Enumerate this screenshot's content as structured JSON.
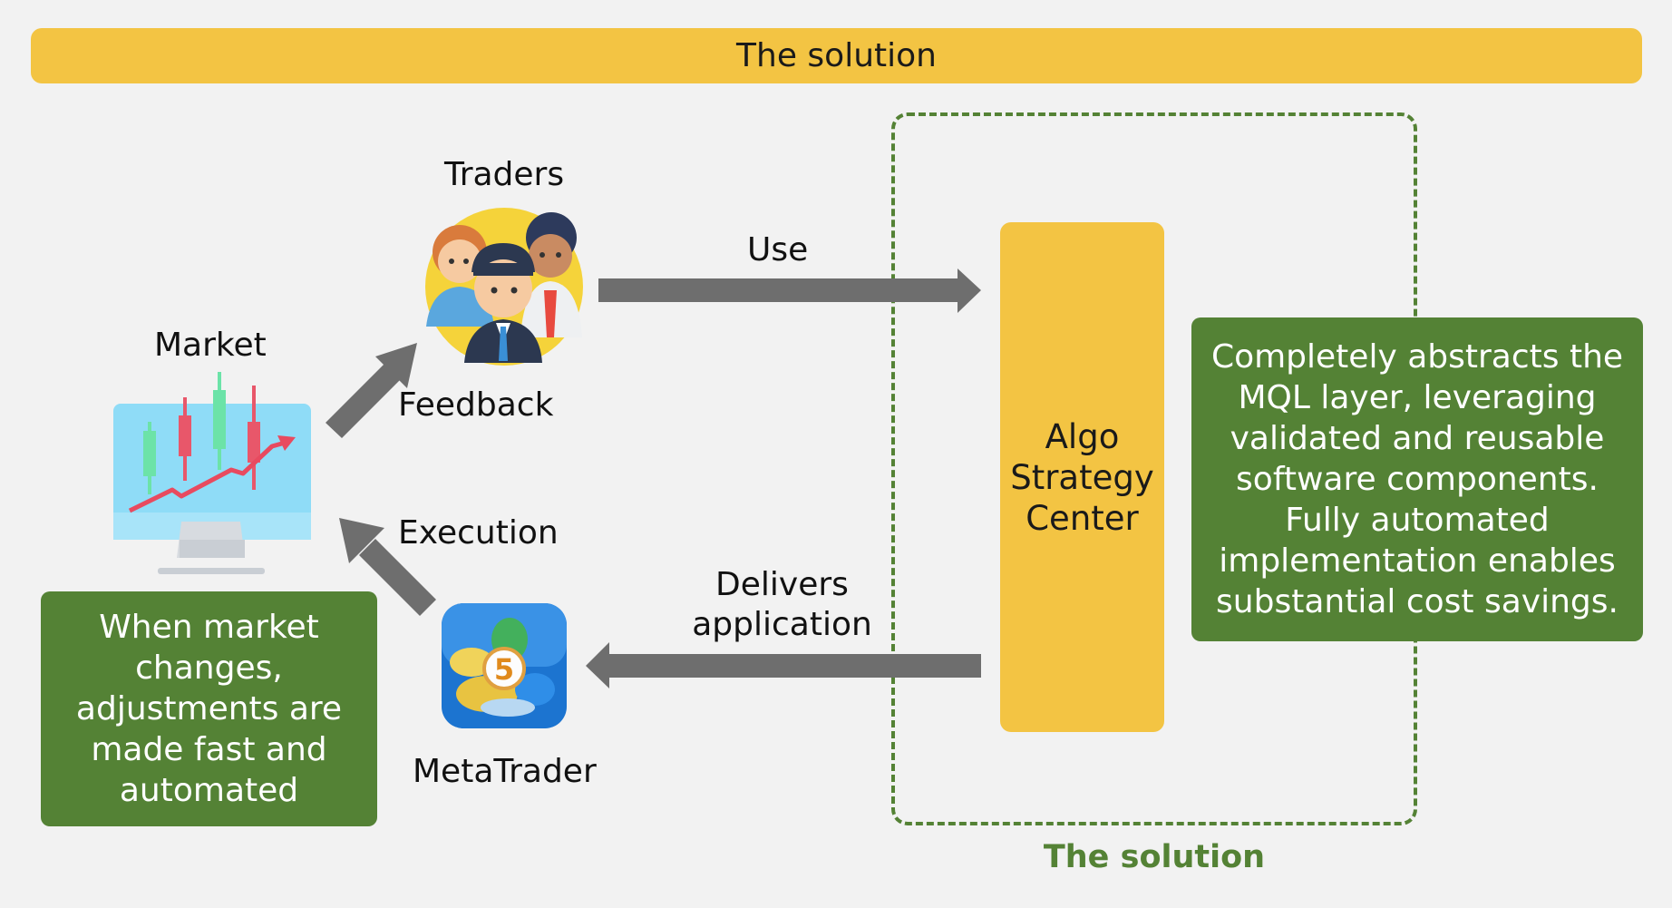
{
  "banner": {
    "title": "The solution"
  },
  "nodes": {
    "market": "Market",
    "traders": "Traders",
    "metatrader": "MetaTrader",
    "algo": "Algo\nStrategy\nCenter"
  },
  "edges": {
    "use": "Use",
    "feedback": "Feedback",
    "execution": "Execution",
    "delivers": "Delivers\napplication"
  },
  "notes": {
    "right": "Completely abstracts the\nMQL layer, leveraging\nvalidated and reusable\nsoftware components.\nFully automated\nimplementation enables\nsubstantial cost savings.",
    "left": "When market\nchanges,\nadjustments are\nmade fast and\nautomated"
  },
  "solution_area": {
    "label": "The solution"
  },
  "colors": {
    "accent_yellow": "#f3c443",
    "accent_green": "#548235",
    "arrow_gray": "#6e6e6e",
    "background": "#f2f2f2"
  },
  "icons": [
    "market-monitor-icon",
    "traders-group-icon",
    "metatrader-5-icon"
  ]
}
